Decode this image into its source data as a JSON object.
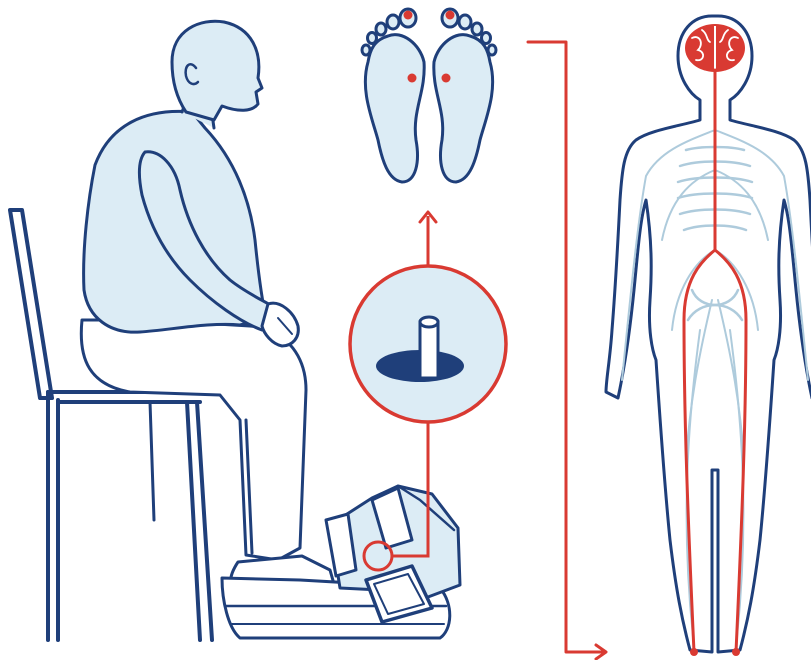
{
  "colors": {
    "outline": "#1f3f7a",
    "fill": "#dcecf5",
    "accent": "#d93a32",
    "nerve": "#aecbdc",
    "background": "#ffffff"
  },
  "diagram": {
    "stimulation_points_count": 4,
    "icons": [
      "seated-person",
      "chair",
      "foot-device",
      "needle-probe",
      "foot-soles",
      "nervous-system-body",
      "brain"
    ]
  }
}
